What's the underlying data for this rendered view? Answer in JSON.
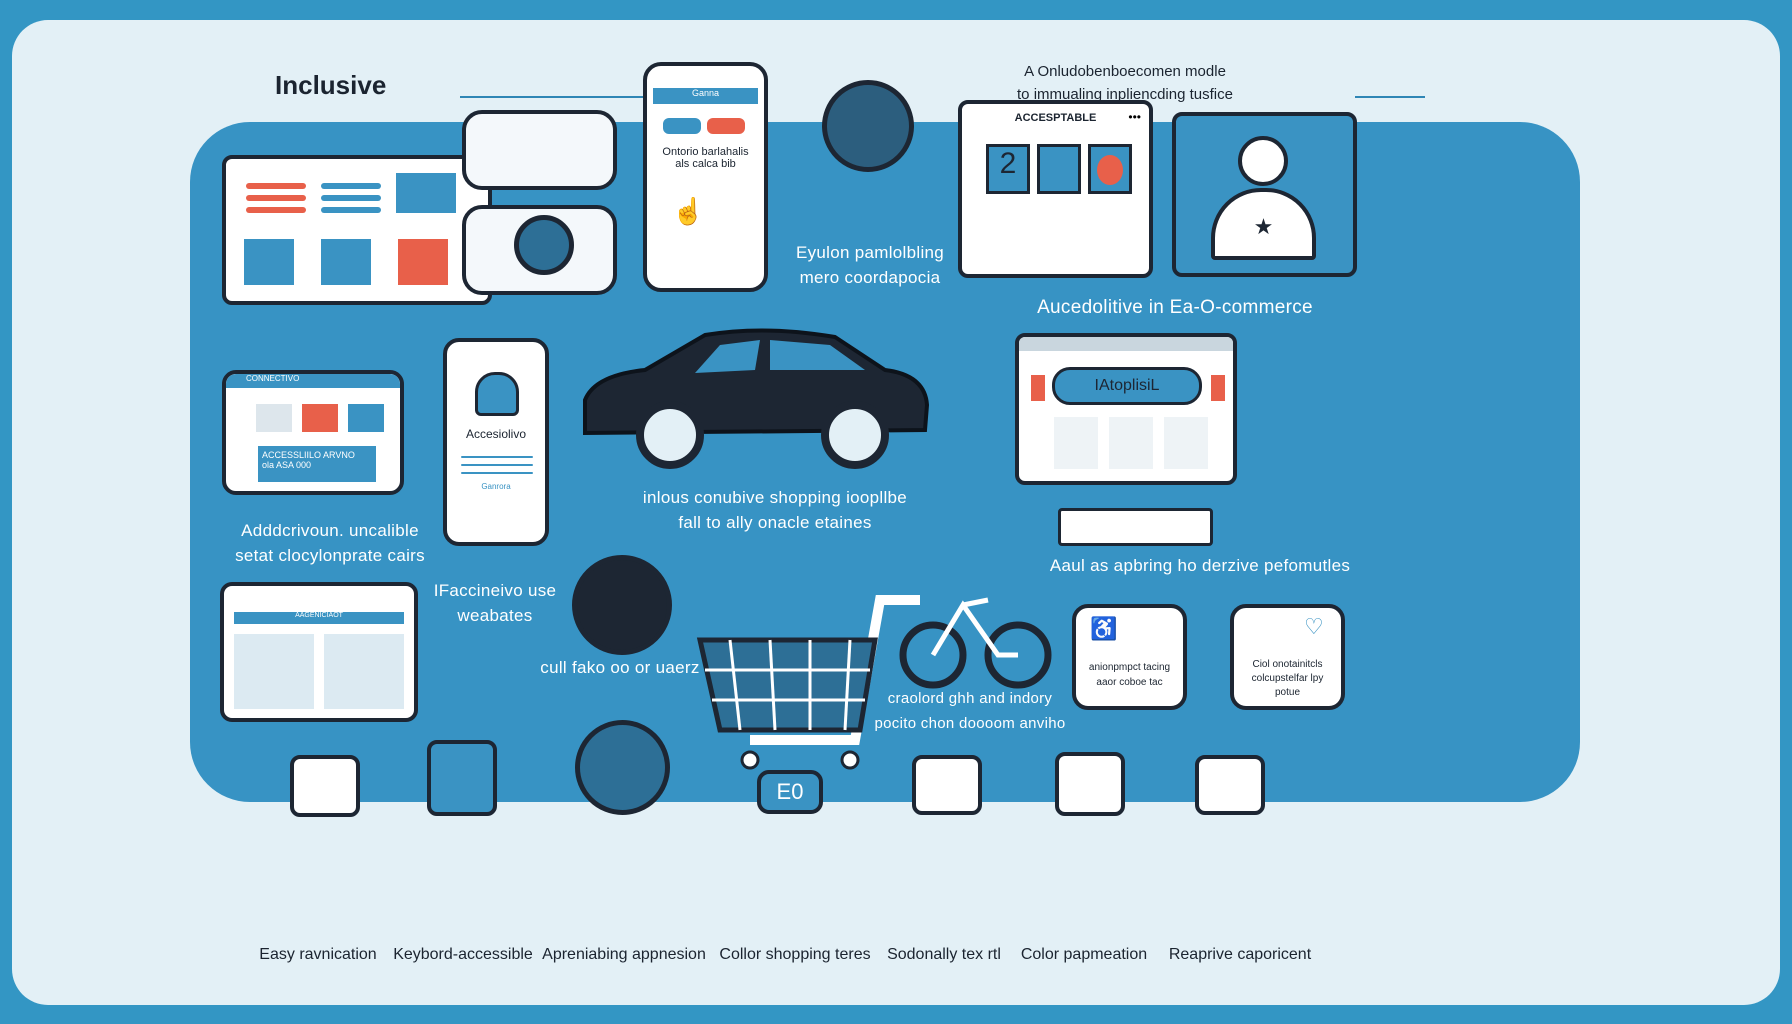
{
  "title": "Inclusive",
  "top_caption": [
    "A Onludobenboecomen modle",
    "to immualing inpliencding tusfice"
  ],
  "monitor_top": {
    "header": "ACCESPTABLE",
    "dots": "•••",
    "tile_number": "2"
  },
  "phone_top": {
    "header": "Ganna",
    "text": [
      "Ontorio barlahalis",
      "als calca bib"
    ]
  },
  "mid_caption": [
    "Eyulon pamlolbling",
    "mero coordapocia"
  ],
  "section_title": "Aucedolitive in Ea-O-commerce",
  "desktop_right": {
    "button": "IAtoplisiL"
  },
  "left_card": {
    "header": "CONNECTIVO",
    "banner": [
      "ACCESSLIILO ARVNO",
      "ola ASA 000"
    ]
  },
  "phone_mid": {
    "title": "Accesiolivo",
    "footer": "Ganrora"
  },
  "left_caption": [
    "Adddcrivoun. uncalible",
    "setat clocylonprate cairs"
  ],
  "center_caption": [
    "inlous conubive shopping ioopllbe",
    "fall to ally onacle etaines"
  ],
  "web_caption": [
    "IFaccineivo use",
    "weabates"
  ],
  "right_caption": "Aaul as apbring ho derzive pefomutles",
  "users_caption": "cull fako oo or uaerz",
  "bike_caption": [
    "craolord ghh and indory",
    "pocito chon doooom anviho"
  ],
  "left_listing": {
    "header": "AAGENICIAOT"
  },
  "feature_cards": [
    {
      "text": [
        "anionpmpct tacing",
        "aaor coboe tac"
      ]
    },
    {
      "text": [
        "Ciol onotainitcls",
        "colcupstelfar lpy",
        "potue"
      ]
    }
  ],
  "counter": "E0",
  "bottom_labels": [
    "Easy ravnication",
    "Keybord-accessible",
    "Apreniabing appnesion",
    "Collor shopping teres",
    "Sodonally tex rtl",
    "Color papmeation",
    "Reaprive caporicent"
  ],
  "colors": {
    "frame": "#3396c4",
    "panel": "#e3f0f6",
    "blue": "#3793c4",
    "accent": "#e8604a",
    "ink": "#1d2633"
  }
}
